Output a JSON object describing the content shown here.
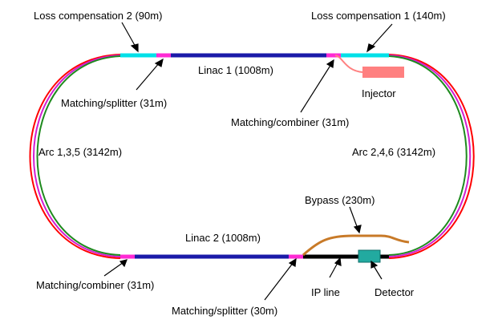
{
  "labels": {
    "loss_comp_2": "Loss compensation 2 (90m)",
    "loss_comp_1": "Loss compensation 1 (140m)",
    "linac1": "Linac 1 (1008m)",
    "injector": "Injector",
    "matching_splitter_top": "Matching/splitter (31m)",
    "matching_combiner_top": "Matching/combiner (31m)",
    "arc_left": "Arc 1,3,5 (3142m)",
    "arc_right": "Arc 2,4,6 (3142m)",
    "bypass": "Bypass (230m)",
    "linac2": "Linac 2 (1008m)",
    "matching_combiner_bottom": "Matching/combiner (31m)",
    "ip_line": "IP line",
    "detector": "Detector",
    "matching_splitter_bottom": "Matching/splitter (30m)"
  },
  "colors": {
    "linac": "#1a1aa8",
    "loss_compensation": "#00e0e8",
    "matching": "#ff2ad4",
    "arc_red": "#ff0000",
    "arc_green": "#1e8a1e",
    "arc_magenta": "#d21ed2",
    "injector": "#ff8080",
    "bypass": "#c87a28",
    "ip_line": "#000000",
    "detector": "#22aaa0"
  }
}
